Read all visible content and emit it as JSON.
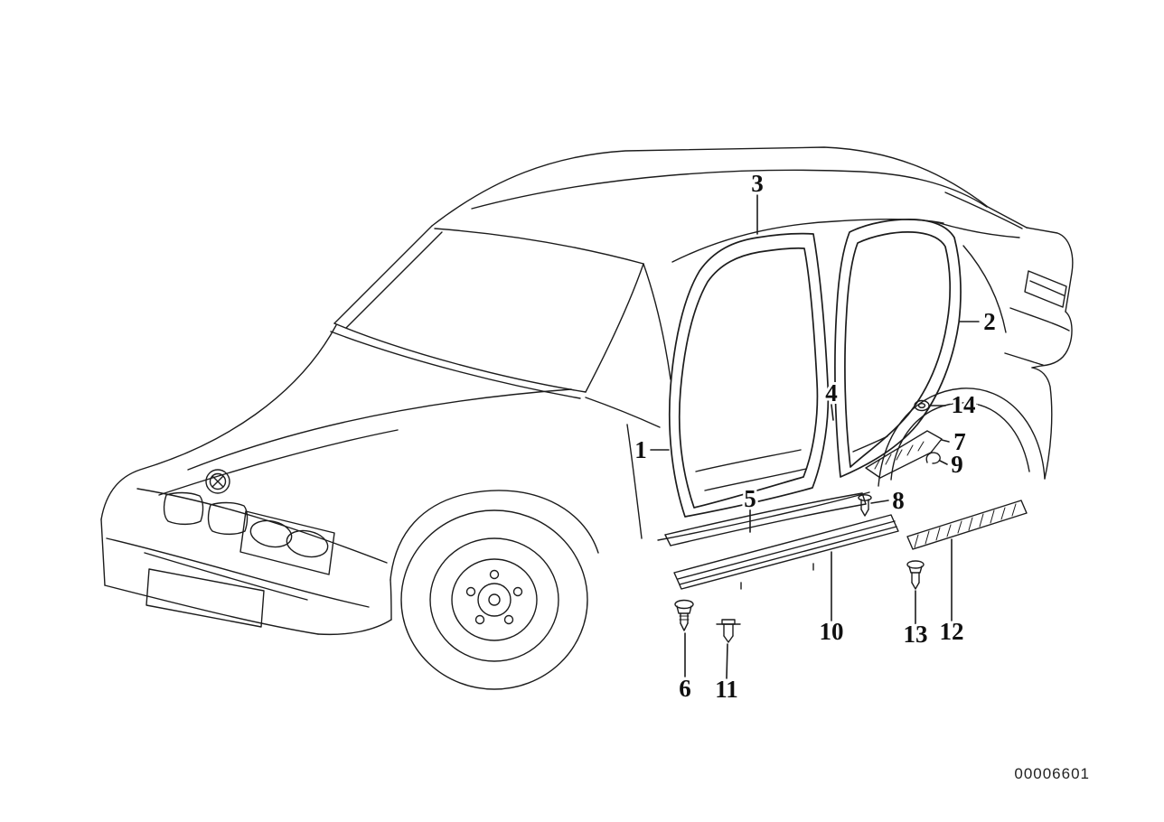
{
  "diagram": {
    "drawing_id": "00006601",
    "callouts": [
      {
        "label": "1"
      },
      {
        "label": "2"
      },
      {
        "label": "3"
      },
      {
        "label": "4"
      },
      {
        "label": "5"
      },
      {
        "label": "6"
      },
      {
        "label": "7"
      },
      {
        "label": "8"
      },
      {
        "label": "9"
      },
      {
        "label": "10"
      },
      {
        "label": "11"
      },
      {
        "label": "12"
      },
      {
        "label": "13"
      },
      {
        "label": "14"
      }
    ]
  }
}
